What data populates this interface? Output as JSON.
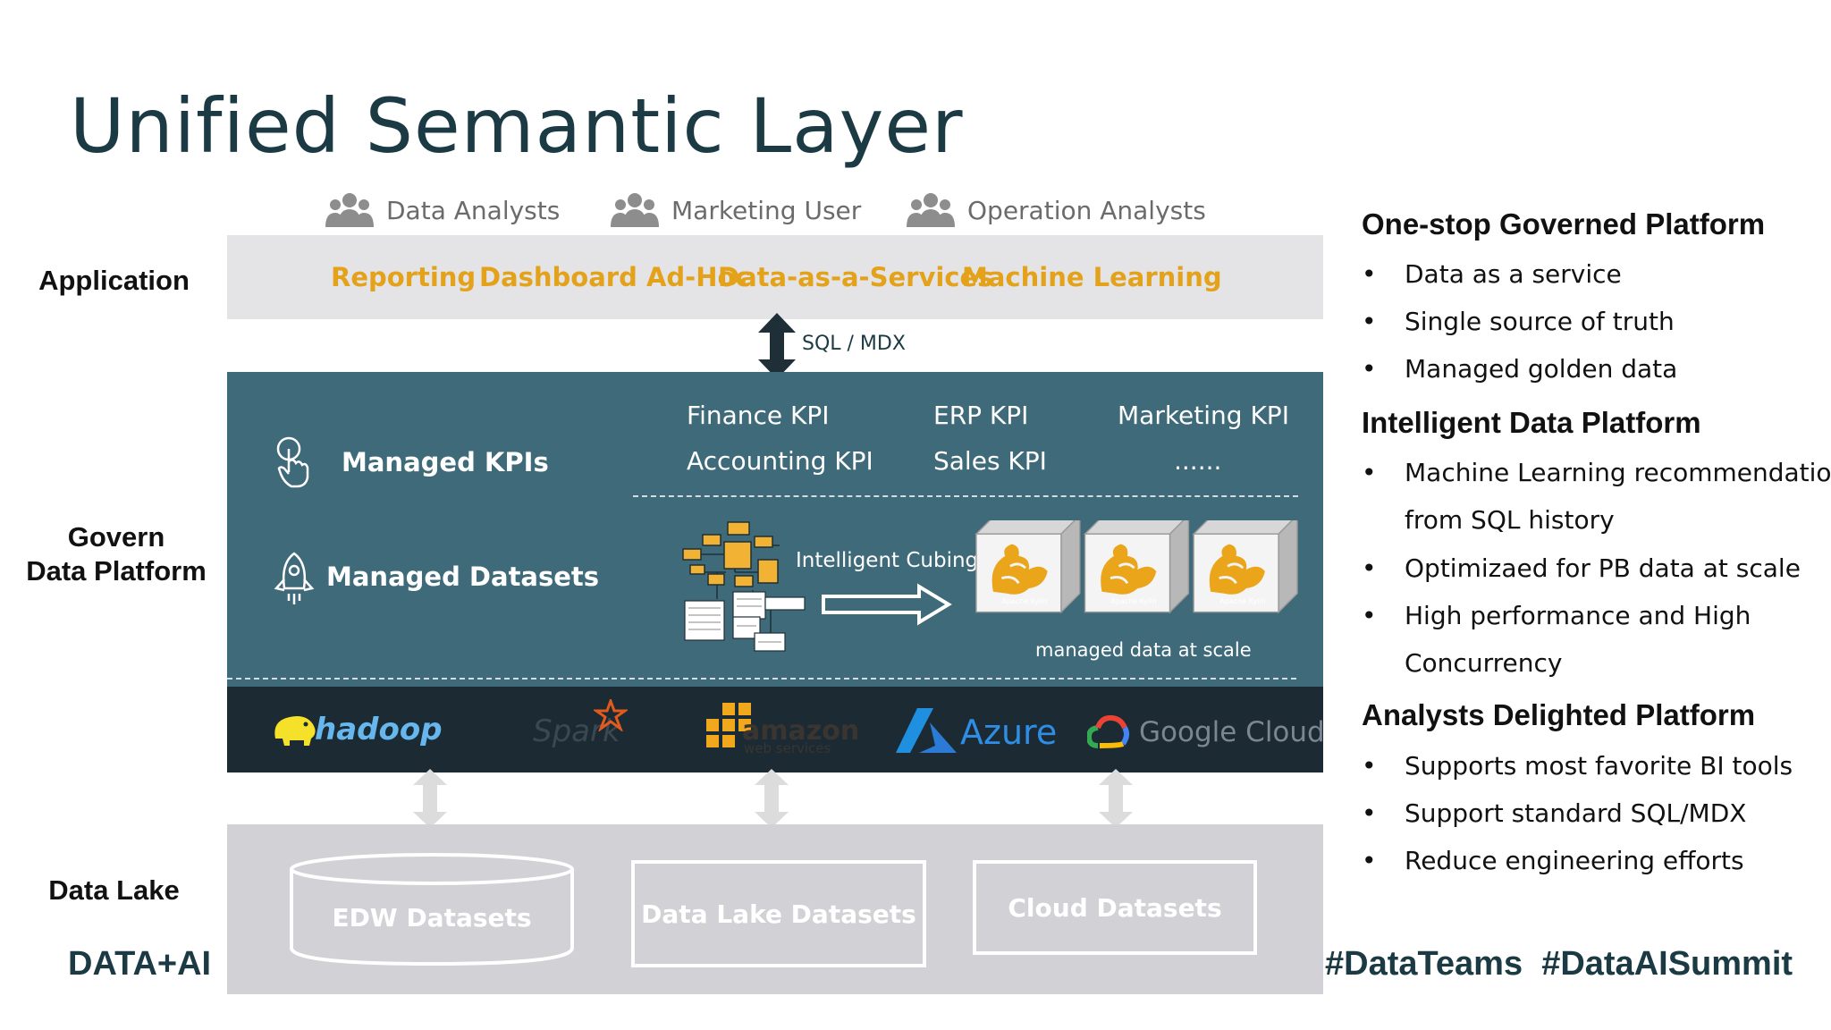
{
  "title": "Unified Semantic Layer",
  "users": [
    {
      "label": "Data Analysts",
      "icon": "people-icon"
    },
    {
      "label": "Marketing User",
      "icon": "people-icon"
    },
    {
      "label": "Operation Analysts",
      "icon": "people-icon"
    }
  ],
  "layers": {
    "application": "Application",
    "govern_line1": "Govern",
    "govern_line2": "Data Platform",
    "data_lake": "Data Lake"
  },
  "application_items": [
    "Reporting",
    "Dashboard Ad-Hoc",
    "Data-as-a-Services",
    "Machine Learning"
  ],
  "connector_label": "SQL / MDX",
  "govern": {
    "managed_kpis": "Managed KPIs",
    "managed_datasets": "Managed Datasets",
    "kpis": [
      "Finance KPI",
      "ERP KPI",
      "Marketing KPI",
      "Accounting KPI",
      "Sales KPI",
      "......"
    ],
    "cubing_label": "Intelligent Cubing",
    "cube_caption": "managed data at scale",
    "cube_logo_text": "Apache Kylin"
  },
  "platforms": [
    "hadoop",
    "Spark",
    "amazon",
    "web services",
    "Azure",
    "Google Cloud"
  ],
  "lake": {
    "edw": "EDW Datasets",
    "datalake": "Data Lake Datasets",
    "cloud": "Cloud Datasets"
  },
  "side": {
    "sections": [
      {
        "heading": "One-stop Governed Platform",
        "items": [
          "Data as a service",
          "Single source of truth",
          "Managed golden data"
        ]
      },
      {
        "heading": "Intelligent Data Platform",
        "items": [
          "Machine Learning recommendation",
          "from SQL history",
          "Optimizaed for PB data at scale",
          "High performance and High",
          "Concurrency"
        ]
      },
      {
        "heading": "Analysts Delighted Platform",
        "items": [
          "Supports most favorite BI tools",
          "Support standard SQL/MDX",
          "Reduce engineering efforts"
        ]
      }
    ],
    "bullet": "•"
  },
  "footer": {
    "left": "DATA+AI",
    "right": "#DataTeams  #DataAISummit"
  },
  "colors": {
    "title": "#1b3a44",
    "app_accent": "#e3a21a",
    "govern_bg": "#3f6a7a",
    "platform_bg": "#1c2a33",
    "lake_bg": "#d2d2d6"
  }
}
